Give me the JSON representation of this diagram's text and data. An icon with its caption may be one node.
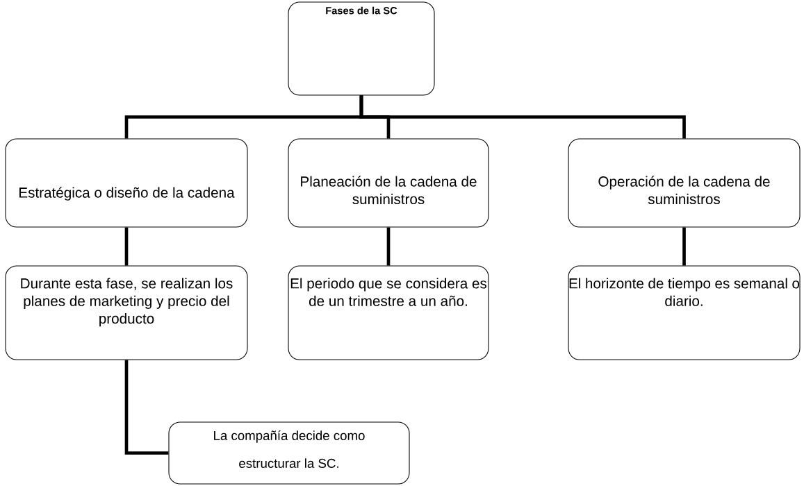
{
  "diagram": {
    "nodes": [
      {
        "text": [
          "Fases de la SC"
        ]
      },
      {
        "text": [
          "Estratégica o diseño de la cadena"
        ]
      },
      {
        "text": [
          "Planeación de la cadena de suministros"
        ]
      },
      {
        "text": [
          "Operación de la cadena de suministros"
        ]
      },
      {
        "text": [
          "Durante esta fase, se realizan los planes de marketing y precio del producto"
        ]
      },
      {
        "text": [
          "El periodo que se considera es de un trimestre a un año."
        ]
      },
      {
        "text": [
          "El horizonte de tiempo es semanal o diario."
        ]
      },
      {
        "text": [
          "La compañía decide como estructurar la SC."
        ]
      }
    ],
    "edges": [
      {
        "from": 0,
        "to": 1,
        "arrow": "none"
      },
      {
        "from": 0,
        "to": 2,
        "arrow": "none"
      },
      {
        "from": 0,
        "to": 3,
        "arrow": "none"
      },
      {
        "from": 1,
        "to": 4,
        "arrow": "none"
      },
      {
        "from": 2,
        "to": 5,
        "arrow": "none"
      },
      {
        "from": 3,
        "to": 6,
        "arrow": "none"
      },
      {
        "from": 4,
        "to": 7,
        "arrow": "none"
      }
    ]
  }
}
